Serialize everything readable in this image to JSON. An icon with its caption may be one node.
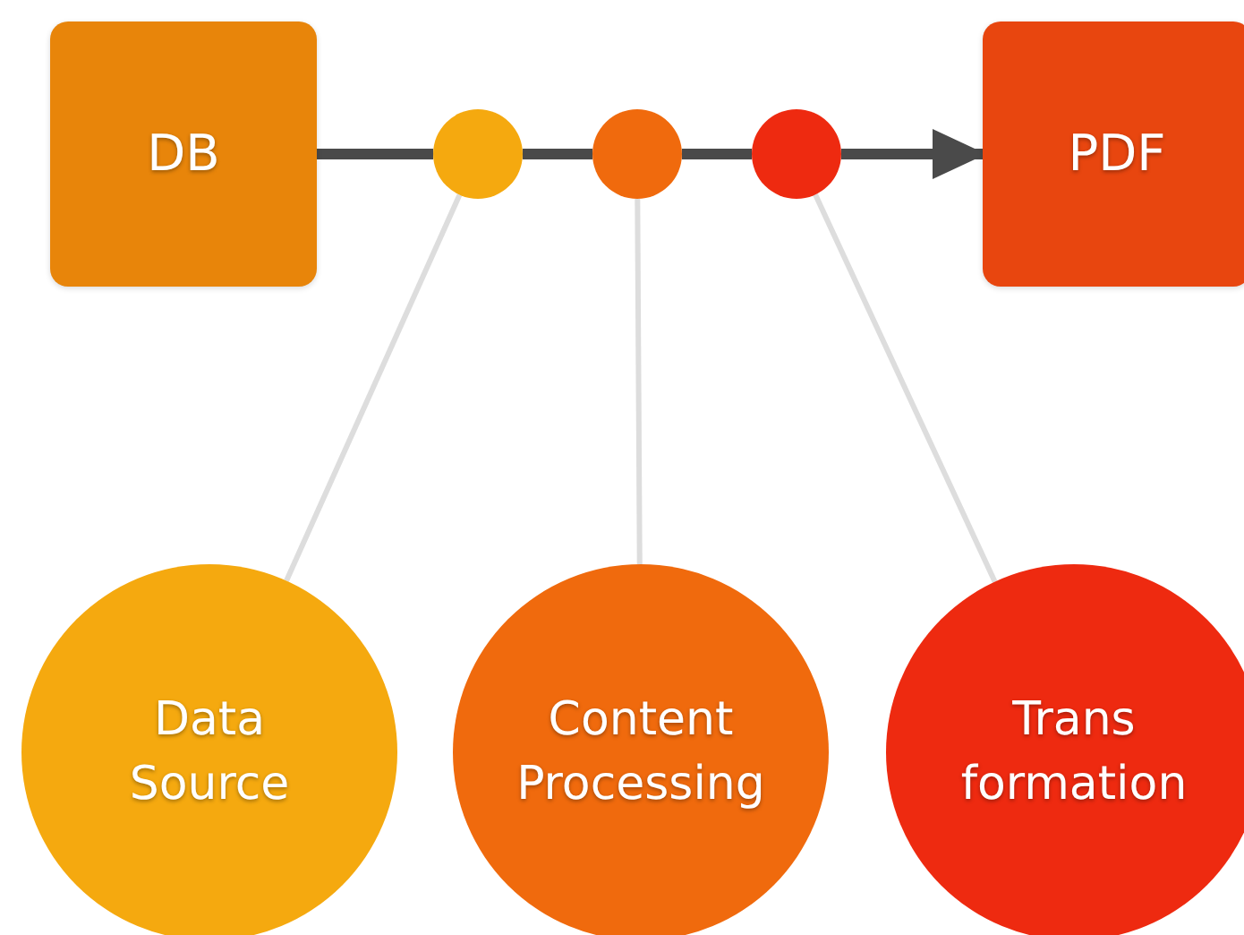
{
  "diagram": {
    "nodes": [
      {
        "text": [
          "DB"
        ]
      },
      {
        "text": [],
        "shape": "circle"
      },
      {
        "text": [],
        "shape": "circle"
      },
      {
        "text": [],
        "shape": "circle"
      },
      {
        "text": [
          "PDF"
        ]
      },
      {
        "text": [
          "Data Source"
        ]
      },
      {
        "text": [
          "Content Processing"
        ]
      },
      {
        "text": [
          "Trans formation"
        ]
      }
    ],
    "edges": [
      {
        "from": 0,
        "to": 1,
        "arrow": "none"
      },
      {
        "from": 1,
        "to": 2,
        "arrow": "none"
      },
      {
        "from": 2,
        "to": 3,
        "arrow": "none"
      },
      {
        "from": 3,
        "to": 4,
        "arrow": "to"
      },
      {
        "from": 1,
        "to": 5,
        "arrow": "none",
        "color": "#dddddd"
      },
      {
        "from": 2,
        "to": 6,
        "arrow": "none",
        "color": "#dddddd"
      },
      {
        "from": 3,
        "to": 7,
        "arrow": "none",
        "color": "#dddddd"
      }
    ]
  }
}
